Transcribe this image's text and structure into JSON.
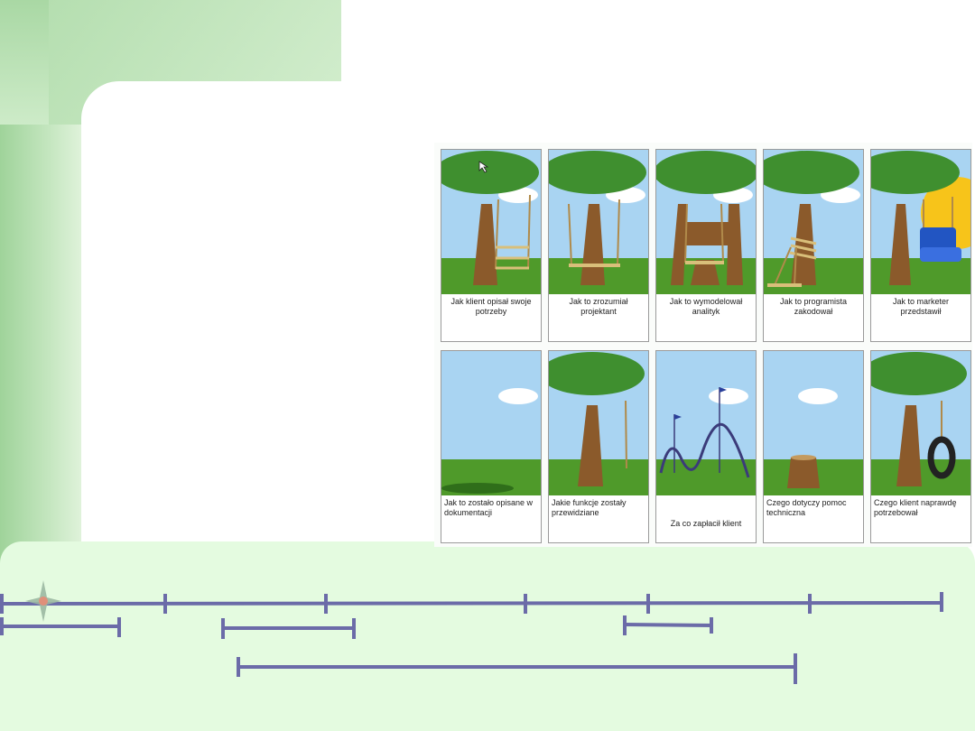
{
  "comic": {
    "panels": [
      {
        "caption": "Jak klient opisał swoje potrzeby",
        "scene": "ladder-swing"
      },
      {
        "caption": "Jak to zrozumiał projektant",
        "scene": "seat-swing"
      },
      {
        "caption": "Jak to wymodelował analityk",
        "scene": "cut-trunk-swing"
      },
      {
        "caption": "Jak to programista zakodował",
        "scene": "wrapped-trunk"
      },
      {
        "caption": "Jak to marketer przedstawił",
        "scene": "armchair"
      },
      {
        "caption": "Jak to zostało opisane w dokumentacji",
        "scene": "empty-field"
      },
      {
        "caption": "Jakie funkcje zostały przewidziane",
        "scene": "single-rope"
      },
      {
        "caption": "Za co zapłacił klient",
        "scene": "rollercoaster"
      },
      {
        "caption": "Czego dotyczy pomoc techniczna",
        "scene": "stump"
      },
      {
        "caption": "Czego klient naprawdę potrzebował",
        "scene": "tire-swing"
      }
    ]
  },
  "colors": {
    "timeline": "#6b6ba8",
    "band": "#e4fbe0",
    "accent_left": "#a5d6a0"
  }
}
